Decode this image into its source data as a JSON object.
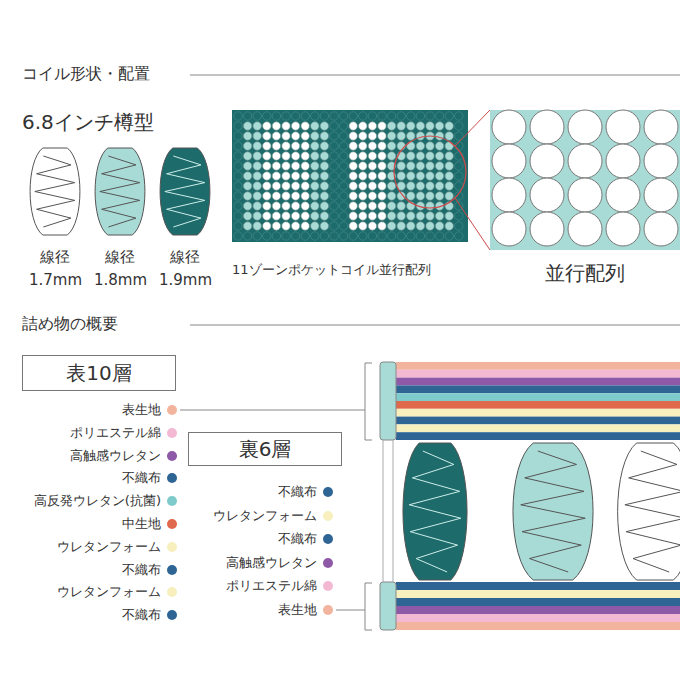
{
  "diagram": {
    "nodes": [
      {
        "text": [
          "表10層"
        ]
      },
      {
        "text": [
          "裏6層"
        ]
      }
    ],
    "labels": [
      "コイル形状・配置",
      "6.8インチ樽型",
      "線径 1.7mm",
      "線径 1.8mm",
      "線径 1.9mm",
      "11ゾーンポケットコイル並行配列",
      "並行配列",
      "詰め物の概要"
    ],
    "legend": [
      {
        "text": "表生地",
        "color": "#f2b49c"
      },
      {
        "text": "ポリエステル綿",
        "color": "#f3b9d3"
      },
      {
        "text": "高触感ウレタン",
        "color": "#8e5aa8"
      },
      {
        "text": "不織布",
        "color": "#2f6595"
      },
      {
        "text": "高反発ウレタン(抗菌)",
        "color": "#7fcbcc"
      },
      {
        "text": "中生地",
        "color": "#e0684c"
      },
      {
        "text": "ウレタンフォーム",
        "color": "#f7efbd"
      },
      {
        "text": "不織布",
        "color": "#2f6595"
      },
      {
        "text": "ウレタンフォーム",
        "color": "#f7efbd"
      },
      {
        "text": "不織布",
        "color": "#2f6595"
      },
      {
        "text": "不織布",
        "color": "#2f6595"
      },
      {
        "text": "ウレタンフォーム",
        "color": "#f7efbd"
      },
      {
        "text": "不織布",
        "color": "#2f6595"
      },
      {
        "text": "高触感ウレタン",
        "color": "#8e5aa8"
      },
      {
        "text": "ポリエステル綿",
        "color": "#f3b9d3"
      },
      {
        "text": "表生地",
        "color": "#f2b49c"
      }
    ]
  }
}
